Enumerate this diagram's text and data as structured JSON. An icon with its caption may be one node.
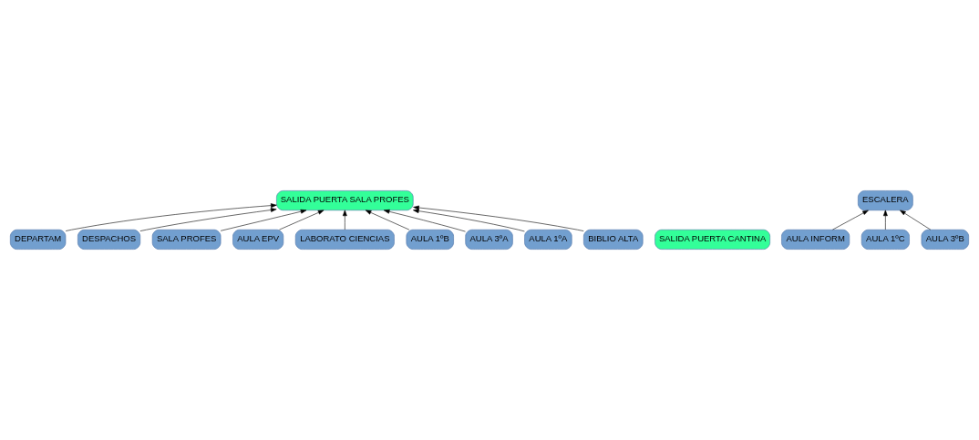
{
  "diagram": {
    "nodes": [
      {
        "text": [
          "SALIDA PUERTA SALA PROFES"
        ]
      },
      {
        "text": [
          "DEPARTAM"
        ]
      },
      {
        "text": [
          "DESPACHOS"
        ]
      },
      {
        "text": [
          "SALIDA PUERTA CANTINA"
        ]
      },
      {
        "text": [
          "SALA PROFES"
        ]
      },
      {
        "text": [
          "ESCALERA"
        ]
      },
      {
        "text": [
          "AULA EPV"
        ]
      },
      {
        "text": [
          "LABORATO CIENCIAS"
        ]
      },
      {
        "text": [
          "AULA INFORM"
        ]
      },
      {
        "text": [
          "AULA 1ºC"
        ]
      },
      {
        "text": [
          "AULA 3ºB"
        ]
      },
      {
        "text": [
          "AULA 1ºB"
        ]
      },
      {
        "text": [
          "AULA 3ºA"
        ]
      },
      {
        "text": [
          "AULA 1ºA"
        ]
      },
      {
        "text": [
          "BIBLIO ALTA"
        ]
      }
    ],
    "edges": [
      {
        "from": 1,
        "to": 0,
        "arrow": "to"
      },
      {
        "from": 2,
        "to": 0,
        "arrow": "to"
      },
      {
        "from": 4,
        "to": 0,
        "arrow": "to"
      },
      {
        "from": 6,
        "to": 0,
        "arrow": "to"
      },
      {
        "from": 7,
        "to": 0,
        "arrow": "to"
      },
      {
        "from": 8,
        "to": 5,
        "arrow": "to"
      },
      {
        "from": 9,
        "to": 5,
        "arrow": "to"
      },
      {
        "from": 10,
        "to": 5,
        "arrow": "to"
      },
      {
        "from": 11,
        "to": 0,
        "arrow": "to"
      },
      {
        "from": 12,
        "to": 0,
        "arrow": "to"
      },
      {
        "from": 13,
        "to": 0,
        "arrow": "to"
      },
      {
        "from": 14,
        "to": 0,
        "arrow": "to"
      }
    ]
  }
}
